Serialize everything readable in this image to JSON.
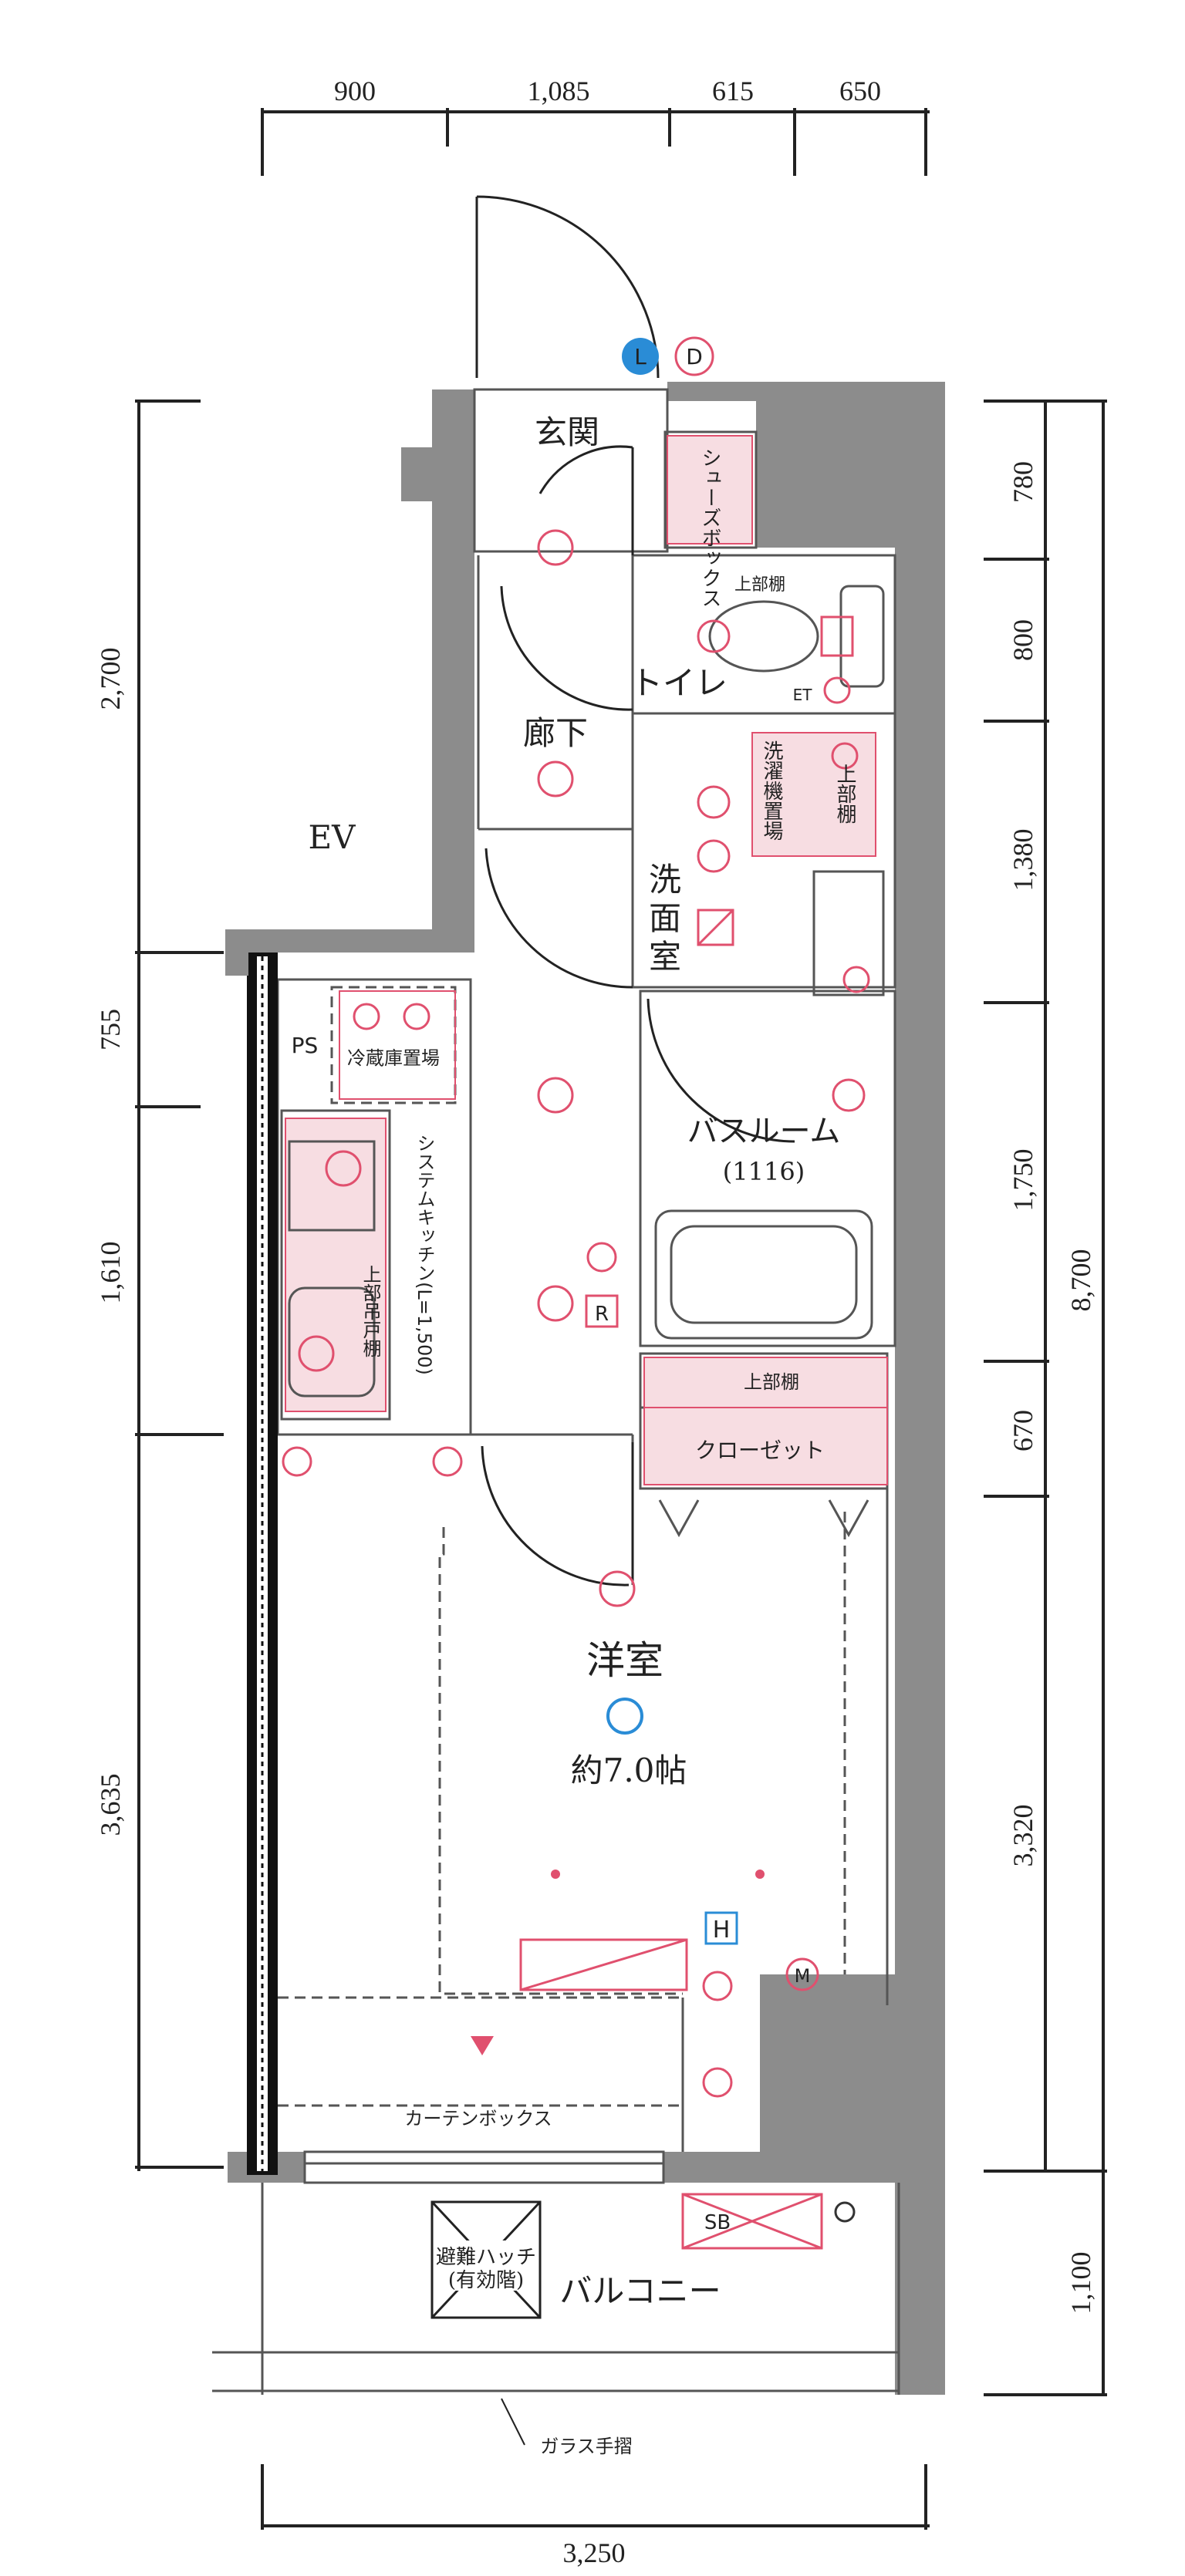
{
  "dimensions": {
    "top": [
      "900",
      "1,085",
      "615",
      "650"
    ],
    "bottom": "3,250",
    "left": [
      "2,700",
      "755",
      "1,610",
      "3,635"
    ],
    "right": [
      "780",
      "800",
      "1,380",
      "1,750",
      "670",
      "3,320",
      "1,100"
    ],
    "right_total": "8,700"
  },
  "rooms": {
    "entrance": "玄関",
    "shoe_box": "シューズボックス",
    "toilet": "トイレ",
    "upper_shelf": "上部棚",
    "hallway": "廊下",
    "washroom_1": "洗",
    "washroom_2": "面",
    "washroom_3": "室",
    "washer_area": "洗濯機置場",
    "upper_cabinet": "上部棚",
    "ev": "EV",
    "ps": "PS",
    "fridge": "冷蔵庫置場",
    "bathroom": "バスルーム",
    "bathroom_size": "(1116)",
    "kitchen": "システムキッチン(L=1,500)",
    "kitchen_cabinet": "上部吊戸棚",
    "closet_shelf": "上部棚",
    "closet": "クローゼット",
    "western_room": "洋室",
    "western_room_size": "約7.0帖",
    "curtain_box": "カーテンボックス",
    "hatch": "避難ハッチ",
    "hatch_sub": "(有効階)",
    "balcony": "バルコニー",
    "glass_rail": "ガラス手摺"
  },
  "symbols": {
    "L": "L",
    "D": "D",
    "H": "H",
    "M": "M",
    "R": "R",
    "SB": "SB",
    "ET": "ET"
  },
  "colors": {
    "wall": "#8c8c8c",
    "equipment": "#e0506e",
    "pink_fill": "#f7dde2",
    "blue": "#2a8cd6"
  }
}
